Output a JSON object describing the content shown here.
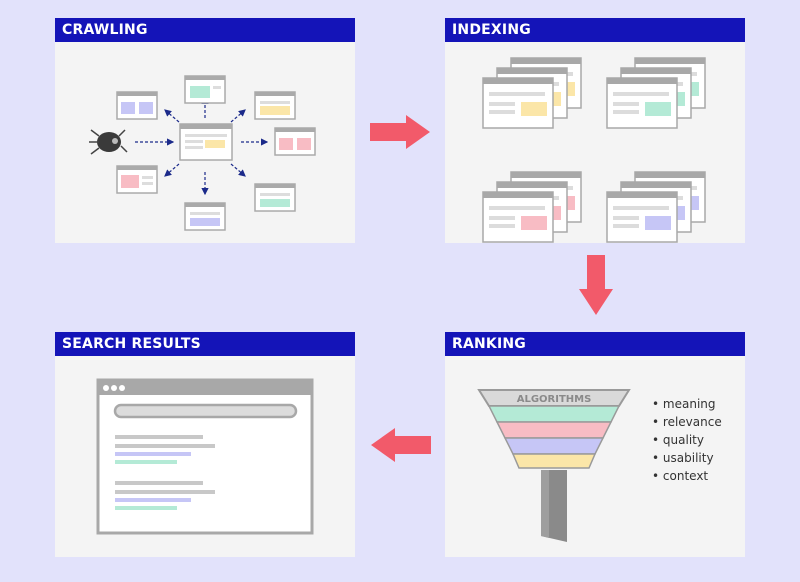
{
  "stages": {
    "crawling": "CRAWLING",
    "indexing": "INDEXING",
    "ranking": "RANKING",
    "search_results": "SEARCH RESULTS"
  },
  "ranking": {
    "funnel_label": "ALGORITHMS",
    "criteria": [
      "meaning",
      "relevance",
      "quality",
      "usability",
      "context"
    ]
  },
  "colors": {
    "header_bg": "#1414b8",
    "arrow": "#f25a6a",
    "panel_bg": "#f4f4f4",
    "page_bg": "#e2e2fb",
    "accent_purple": "#c6c6f6",
    "accent_yellow": "#fbe6a8",
    "accent_green": "#b4ead6",
    "accent_pink": "#f8bcc4"
  },
  "icons": [
    "spider-icon",
    "browser-window-icon",
    "funnel-icon",
    "arrow-right-icon",
    "arrow-down-icon",
    "arrow-left-icon"
  ]
}
